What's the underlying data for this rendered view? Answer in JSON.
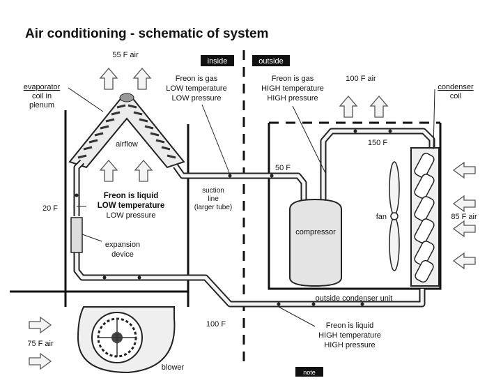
{
  "title": "Air conditioning - schematic of system",
  "tags": {
    "inside": "inside",
    "outside": "outside",
    "note": "note"
  },
  "labels": {
    "air_55": "55 F air",
    "air_100": "100 F air",
    "evaporator_1": "evaporator",
    "evaporator_2": "coil in",
    "evaporator_3": "plenum",
    "airflow": "airflow",
    "gas_low_1": "Freon is gas",
    "gas_low_2": "LOW temperature",
    "gas_low_3": "LOW pressure",
    "gas_high_1": "Freon is gas",
    "gas_high_2": "HIGH temperature",
    "gas_high_3": "HIGH pressure",
    "condenser_1": "condenser",
    "condenser_2": "coil",
    "temp_150": "150 F",
    "temp_50": "50 F",
    "temp_20": "20 F",
    "temp_100": "100 F",
    "air_85": "85 F air",
    "air_75": "75 F air",
    "suction_1": "suction",
    "suction_2": "line",
    "suction_3": "(larger tube)",
    "liq_low_1": "Freon is liquid",
    "liq_low_2": "LOW temperature",
    "liq_low_3": "LOW pressure",
    "expansion_1": "expansion",
    "expansion_2": "device",
    "compressor": "compressor",
    "fan": "fan",
    "condenser_unit": "outside condenser unit",
    "liq_high_1": "Freon is liquid",
    "liq_high_2": "HIGH temperature",
    "liq_high_3": "HIGH pressure",
    "blower": "blower"
  }
}
